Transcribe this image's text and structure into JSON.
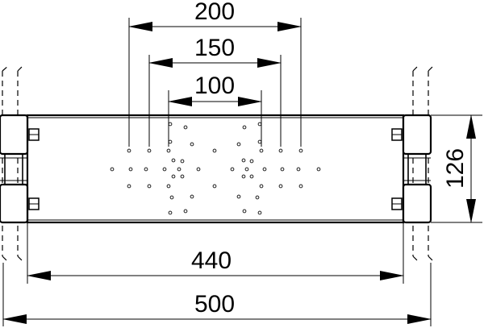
{
  "dimensions": {
    "d200": "200",
    "d150": "150",
    "d100": "100",
    "d440": "440",
    "d500": "500",
    "d126": "126"
  }
}
